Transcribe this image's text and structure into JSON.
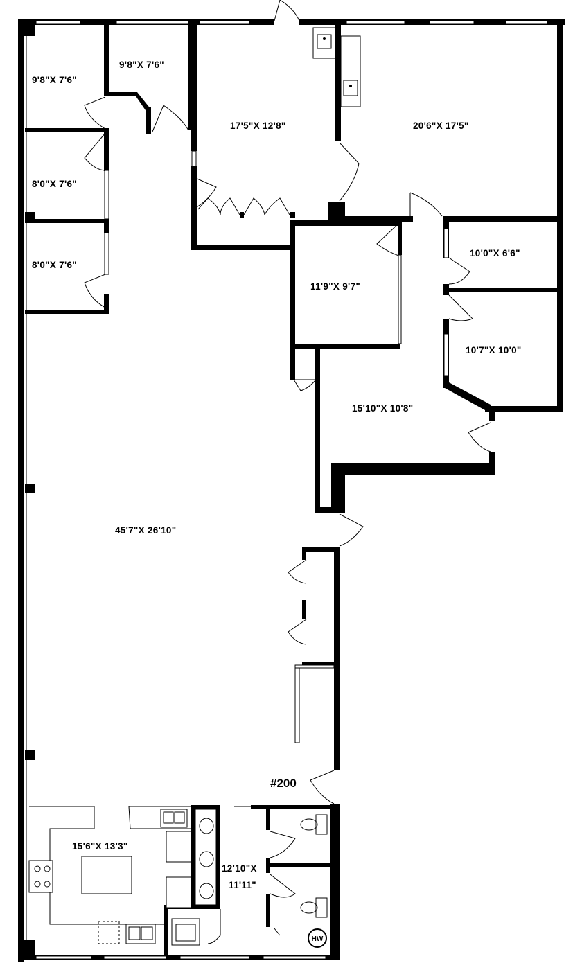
{
  "unit_label": "#200",
  "rooms": {
    "office_nw1": "9'8\"X  7'6\"",
    "office_nw2": "9'8\"X  7'6\"",
    "conference": "17'5\"X  12'8\"",
    "large_office": "20'6\"X  17'5\"",
    "office_w1": "8'0\"X  7'6\"",
    "office_w2": "8'0\"X  7'6\"",
    "office_c": "11'9\"X  9'7\"",
    "office_e1": "10'0\"X  6'6\"",
    "office_e2": "10'7\"X  10'0\"",
    "reception": "15'10\"X  10'8\"",
    "open_area": "45'7\"X  26'10\"",
    "kitchen": "15'6\"X  13'3\"",
    "restroom_line1": "12'10\"X",
    "restroom_line2": "11'11\""
  },
  "symbols": {
    "water_heater": "HW"
  }
}
